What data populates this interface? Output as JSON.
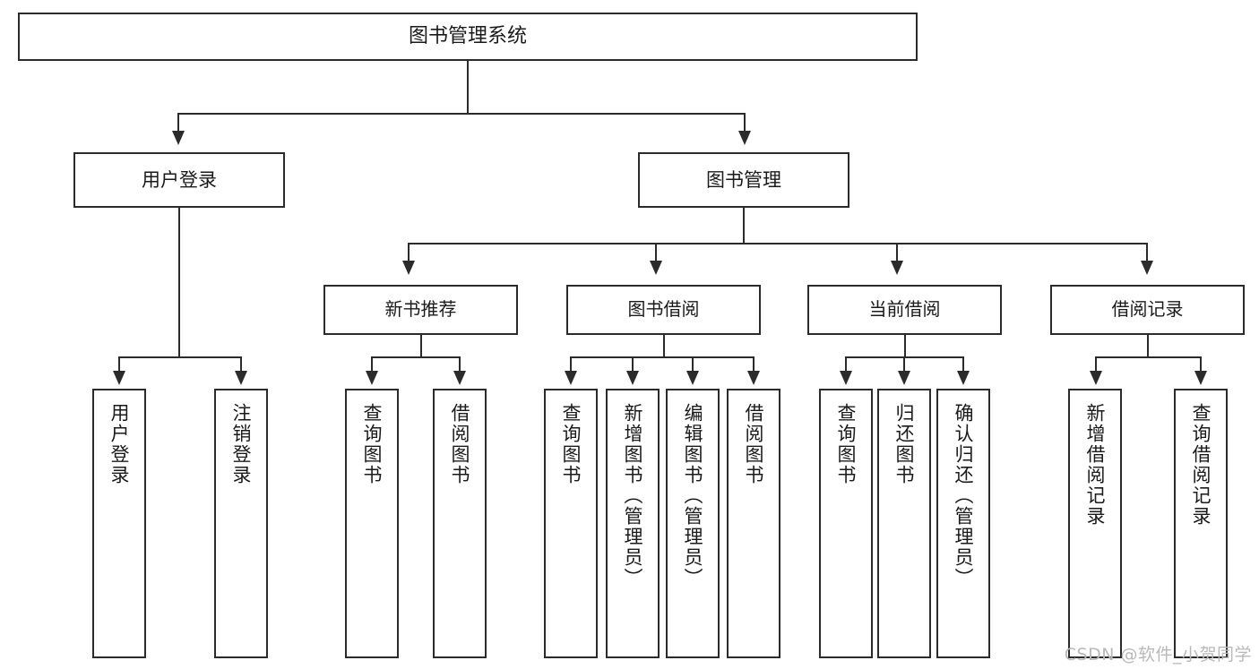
{
  "diagram": {
    "title": "图书管理系统",
    "type": "hierarchy-tree",
    "root": {
      "label": "图书管理系统"
    },
    "level1": [
      {
        "label": "用户登录"
      },
      {
        "label": "图书管理"
      }
    ],
    "level2": [
      {
        "label": "新书推荐"
      },
      {
        "label": "图书借阅"
      },
      {
        "label": "当前借阅"
      },
      {
        "label": "借阅记录"
      }
    ],
    "leaves": {
      "user_login": [
        {
          "label": "用户登录"
        },
        {
          "label": "注销登录"
        }
      ],
      "new_book_recommend": [
        {
          "label": "查询图书"
        },
        {
          "label": "借阅图书"
        }
      ],
      "book_borrow": [
        {
          "label": "查询图书"
        },
        {
          "label": "新增图书（管理员）"
        },
        {
          "label": "编辑图书（管理员）"
        },
        {
          "label": "借阅图书"
        }
      ],
      "current_borrow": [
        {
          "label": "查询图书"
        },
        {
          "label": "归还图书"
        },
        {
          "label": "确认归还（管理员）"
        }
      ],
      "borrow_record": [
        {
          "label": "新增借阅记录"
        },
        {
          "label": "查询借阅记录"
        }
      ]
    }
  },
  "watermark": {
    "text": "CSDN @软件_小贺同学"
  },
  "colors": {
    "stroke": "#2b2b2b",
    "fill": "#ffffff",
    "text": "#1a1a1a",
    "watermark": "#b9b9b9"
  }
}
